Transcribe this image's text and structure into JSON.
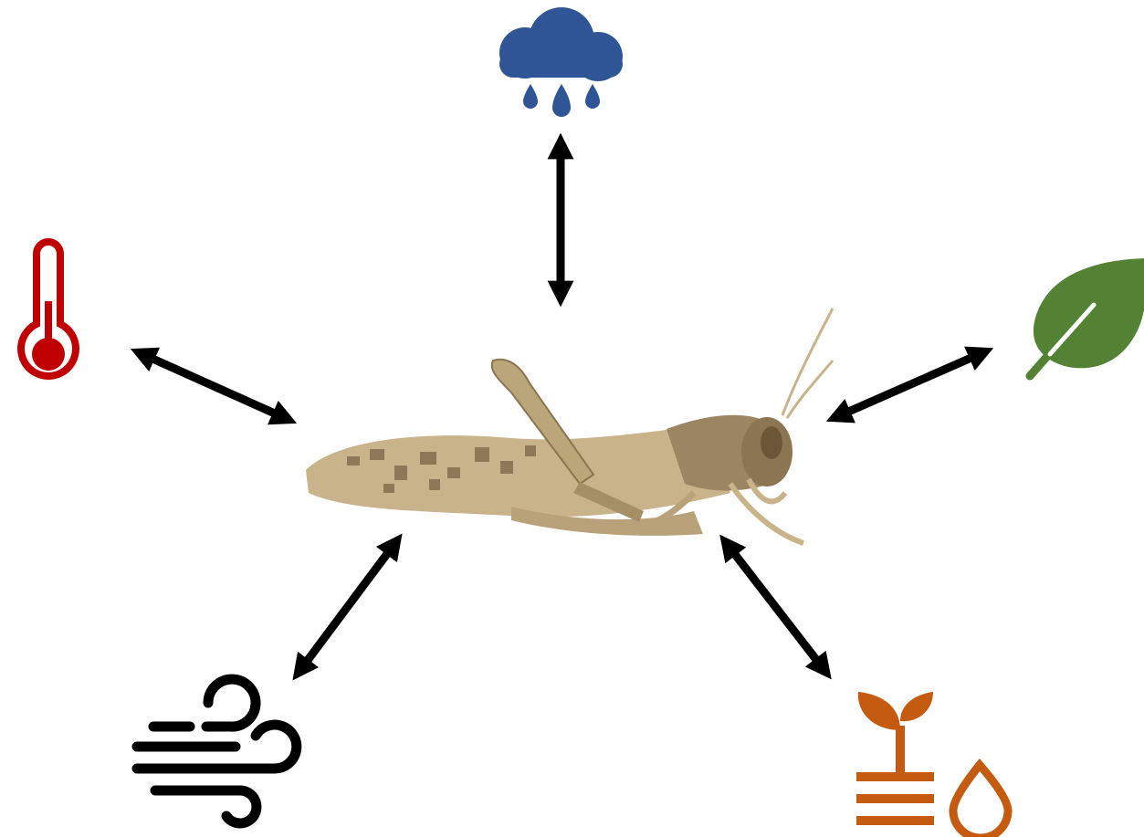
{
  "colors": {
    "arrow": "#000000",
    "rain": "#2f5597",
    "temperature": "#c00000",
    "vegetation": "#548235",
    "soil_moisture": "#c55a11",
    "wind": "#000000",
    "locust_body": "#b9a27a",
    "locust_dark": "#7a6446",
    "locust_light": "#d8c7a2"
  },
  "center": {
    "icon": "locust-icon"
  },
  "factors": [
    {
      "icon": "rain-cloud-icon"
    },
    {
      "icon": "thermometer-icon"
    },
    {
      "icon": "leaf-icon"
    },
    {
      "icon": "wind-icon"
    },
    {
      "icon": "plant-soil-moisture-icon"
    }
  ],
  "connections": [
    {
      "between": [
        "locust-icon",
        "rain-cloud-icon"
      ],
      "direction": "bidirectional"
    },
    {
      "between": [
        "locust-icon",
        "thermometer-icon"
      ],
      "direction": "bidirectional"
    },
    {
      "between": [
        "locust-icon",
        "leaf-icon"
      ],
      "direction": "bidirectional"
    },
    {
      "between": [
        "locust-icon",
        "wind-icon"
      ],
      "direction": "bidirectional"
    },
    {
      "between": [
        "locust-icon",
        "plant-soil-moisture-icon"
      ],
      "direction": "bidirectional"
    }
  ]
}
